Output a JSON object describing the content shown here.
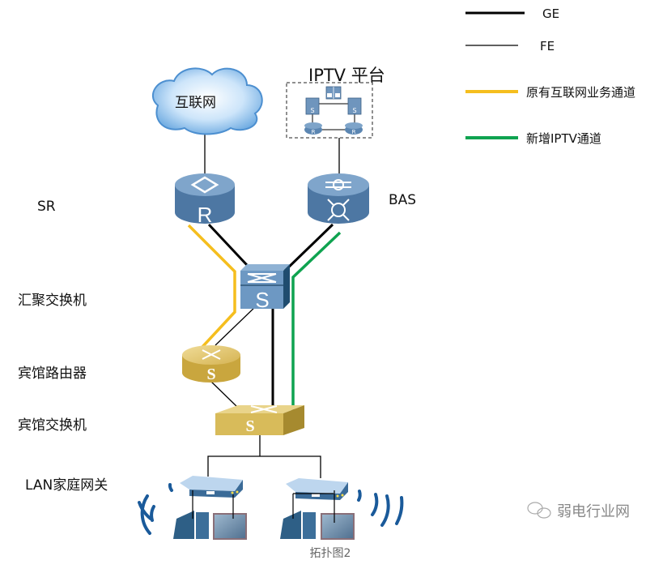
{
  "legend": {
    "items": [
      {
        "label": "GE",
        "color": "#000000",
        "kind": "thick"
      },
      {
        "label": "FE",
        "color": "#000000",
        "kind": "thin"
      },
      {
        "label": "原有互联网业务通道",
        "color": "#f5be1e",
        "kind": "thick"
      },
      {
        "label": "新增IPTV通道",
        "color": "#0fa350",
        "kind": "thick"
      }
    ]
  },
  "nodes": {
    "internet": {
      "label": "互联网"
    },
    "iptv_platform": {
      "label": "IPTV 平台",
      "device_glyphs": [
        "S",
        "S",
        "R",
        "R"
      ]
    },
    "sr": {
      "label": "SR",
      "glyph": "R"
    },
    "bas": {
      "label": "BAS"
    },
    "agg_switch": {
      "label": "汇聚交换机",
      "glyph": "S"
    },
    "hotel_router": {
      "label": "宾馆路由器",
      "glyph": "S"
    },
    "hotel_switch": {
      "label": "宾馆交换机",
      "glyph": "S"
    },
    "lan_gateway": {
      "label": "LAN家庭网关"
    }
  },
  "colors": {
    "ge": "#000000",
    "yellow_path": "#f5be1e",
    "green_path": "#0fa350",
    "device_blue": "#5b86b2",
    "device_gold": "#d2b04c",
    "cloud_blue": "#8fc3f0"
  },
  "caption": "拓扑图2",
  "watermark": "弱电行业网"
}
